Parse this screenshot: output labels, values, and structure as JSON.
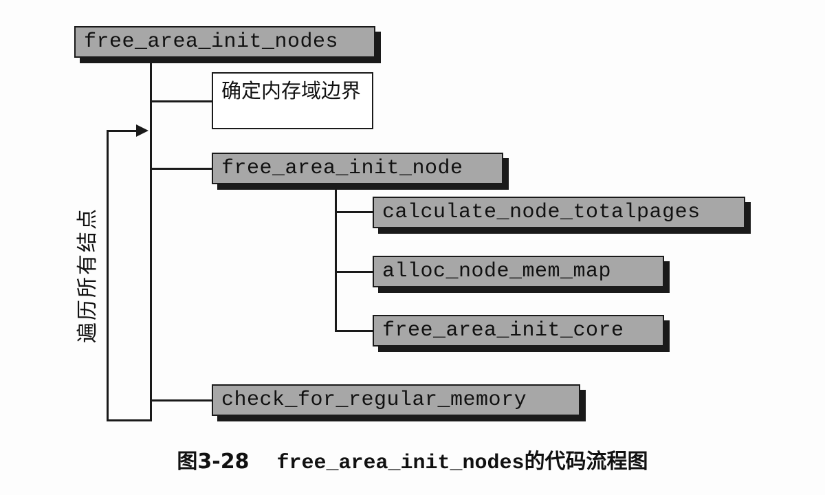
{
  "nodes": {
    "root": "free_area_init_nodes",
    "determine_zone_bounds": [
      "确定内存域",
      "边界"
    ],
    "init_node": "free_area_init_node",
    "calc_pages": "calculate_node_totalpages",
    "alloc_map": "alloc_node_mem_map",
    "init_core": "free_area_init_core",
    "check_memory": "check_for_regular_memory"
  },
  "loop_label": "遍历所有结点",
  "caption": {
    "figure_number": "图3-28",
    "function_name": "free_area_init_nodes",
    "suffix": "的代码流程图"
  }
}
